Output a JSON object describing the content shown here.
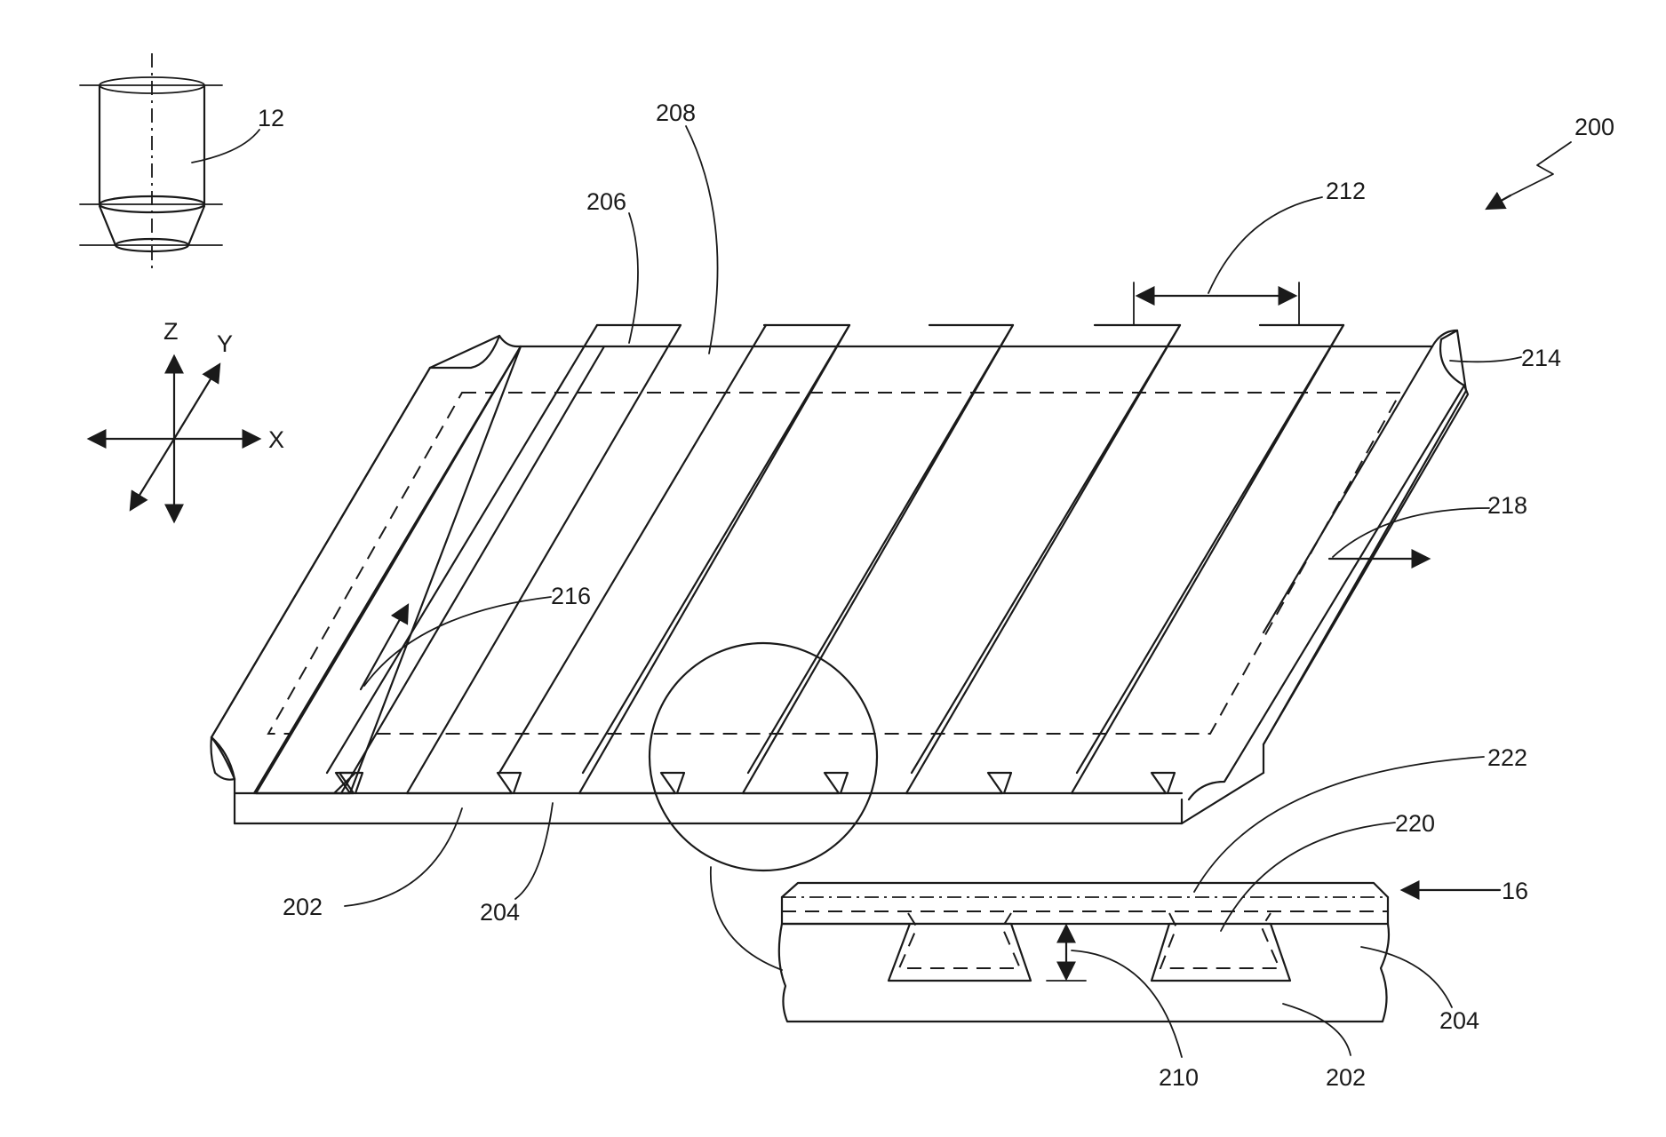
{
  "labels": {
    "l200": "200",
    "l12": "12",
    "l208": "208",
    "l206": "206",
    "l212": "212",
    "l214": "214",
    "l218": "218",
    "l216": "216",
    "l222": "222",
    "l220": "220",
    "l16": "16",
    "l202a": "202",
    "l204a": "204",
    "l204b": "204",
    "l210": "210",
    "l202b": "202"
  },
  "axes": {
    "z": "Z",
    "y": "Y",
    "x": "X"
  }
}
